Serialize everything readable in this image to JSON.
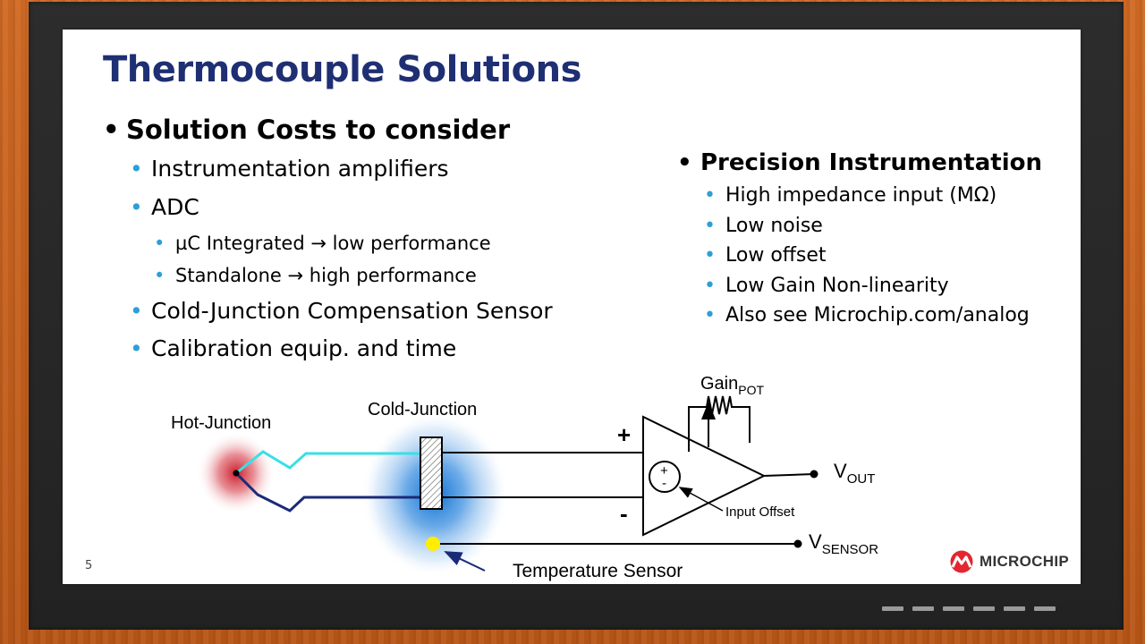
{
  "slide": {
    "title": "Thermocouple Solutions",
    "number": "5"
  },
  "costs": {
    "heading": "Solution Costs to consider",
    "items": [
      "Instrumentation amplifiers",
      "ADC"
    ],
    "adc_sub": [
      "µC Integrated → low performance",
      "Standalone → high performance"
    ],
    "more_items": [
      "Cold-Junction Compensation Sensor",
      "Calibration equip. and time"
    ]
  },
  "precision": {
    "heading": "Precision Instrumentation",
    "items": [
      "High impedance input (MΩ)",
      "Low noise",
      "Low offset",
      "Low Gain Non-linearity",
      "Also see Microchip.com/analog"
    ]
  },
  "diagram": {
    "hot_junction": "Hot-Junction",
    "cold_junction": "Cold-Junction",
    "gain": "Gain",
    "gain_sub": "POT",
    "plus": "+",
    "minus": "-",
    "offset_plus": "+",
    "offset_minus": "-",
    "input_offset": "Input Offset",
    "vout": "V",
    "vout_sub": "OUT",
    "vsensor": "V",
    "vsensor_sub": "SENSOR",
    "temp_sensor": "Temperature Sensor"
  },
  "logo": {
    "text": "MICROCHIP",
    "icon": "microchip-logo-icon"
  },
  "colors": {
    "title": "#1f2f73",
    "bullet_blue": "#2e9fd6",
    "wire_cyan": "#37e0e6",
    "wire_navy": "#1b2a78",
    "hot_glow": "#d0202c",
    "cold_glow": "#1a7fd8",
    "sensor_yellow": "#ffee00",
    "logo_red": "#e3262f"
  }
}
